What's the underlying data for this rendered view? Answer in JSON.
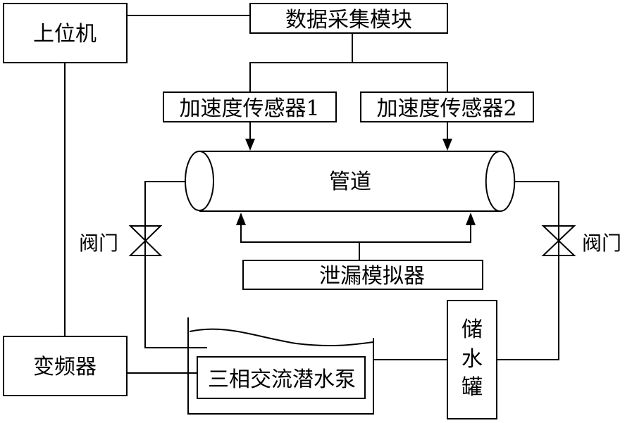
{
  "diagram": {
    "nodes": {
      "host_computer": "上位机",
      "data_acquisition": "数据采集模块",
      "sensor1": "加速度传感器1",
      "sensor2": "加速度传感器2",
      "pipeline": "管道",
      "leak_simulator": "泄漏模拟器",
      "valve_left": "阀门",
      "valve_right": "阀门",
      "inverter": "变频器",
      "pump": "三相交流潜水泵",
      "storage_tank_chars": [
        "储",
        "水",
        "罐"
      ]
    },
    "edges": [
      {
        "from": "上位机",
        "to": "数据采集模块",
        "type": "line"
      },
      {
        "from": "数据采集模块",
        "to": "加速度传感器1",
        "type": "line"
      },
      {
        "from": "数据采集模块",
        "to": "加速度传感器2",
        "type": "line"
      },
      {
        "from": "加速度传感器1",
        "to": "管道",
        "type": "arrow"
      },
      {
        "from": "加速度传感器2",
        "to": "管道",
        "type": "arrow"
      },
      {
        "from": "泄漏模拟器",
        "to": "管道",
        "type": "arrow",
        "count": 2
      },
      {
        "from": "上位机",
        "to": "变频器",
        "type": "line"
      },
      {
        "from": "变频器",
        "to": "三相交流潜水泵",
        "type": "line"
      },
      {
        "from": "管道",
        "to": "水池",
        "via": "阀门",
        "type": "line"
      },
      {
        "from": "管道",
        "to": "储水罐",
        "via": "阀门",
        "type": "line"
      },
      {
        "from": "水池",
        "to": "储水罐",
        "type": "line"
      }
    ]
  }
}
